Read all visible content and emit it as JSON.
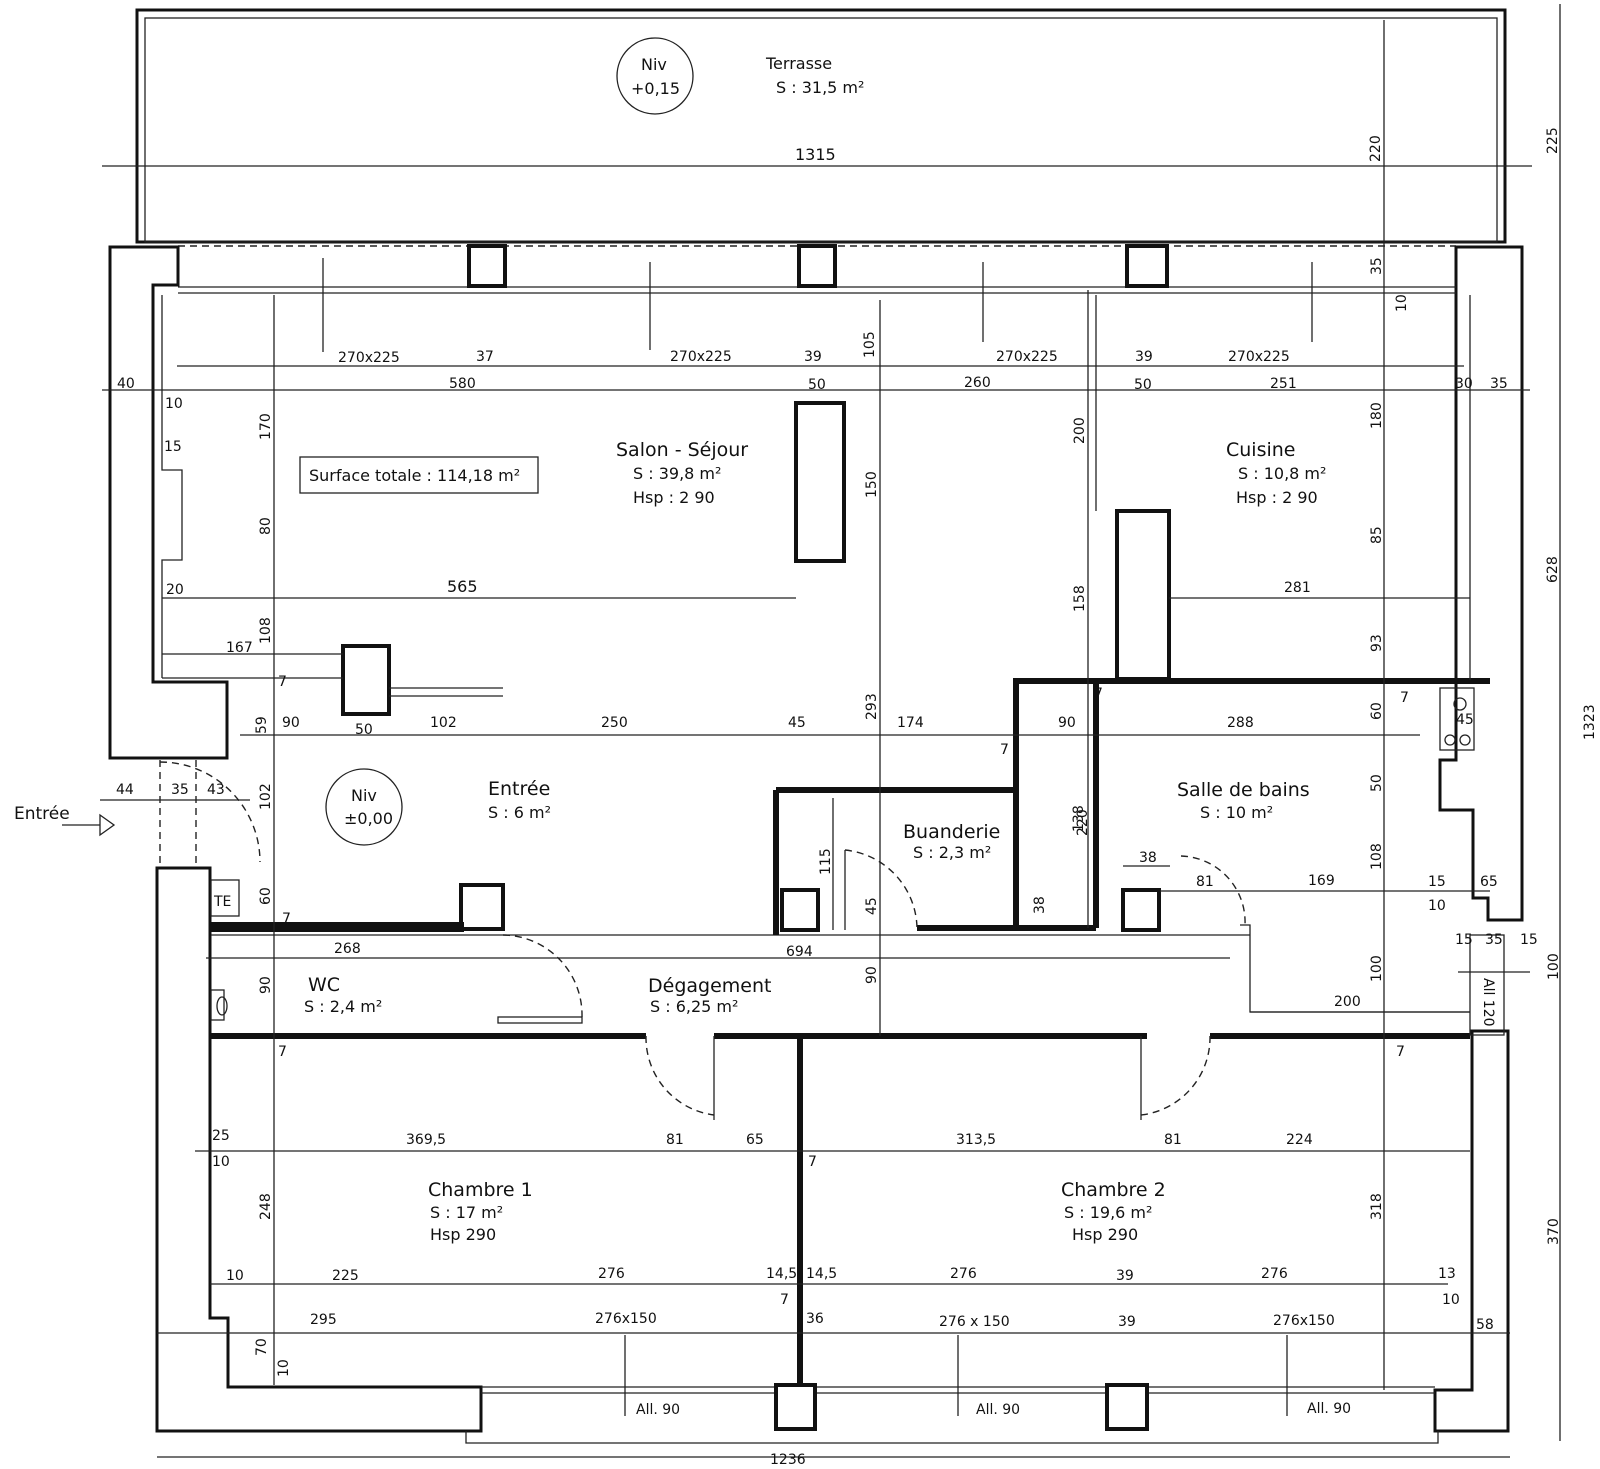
{
  "plan": {
    "entrance_label": "Entrée",
    "total_surface": "Surface totale : 114,18 m²",
    "levels": {
      "terrace": {
        "line1": "Niv",
        "line2": "+0,15"
      },
      "ground": {
        "line1": "Niv",
        "line2": "±0,00"
      }
    },
    "rooms": {
      "terrasse": {
        "name": "Terrasse",
        "area": "S : 31,5 m²"
      },
      "salon": {
        "name": "Salon - Séjour",
        "area": "S : 39,8 m²",
        "height": "Hsp : 2 90"
      },
      "cuisine": {
        "name": "Cuisine",
        "area": "S : 10,8 m²",
        "height": "Hsp : 2 90"
      },
      "entree": {
        "name": "Entrée",
        "area": "S : 6 m²"
      },
      "buanderie": {
        "name": "Buanderie",
        "area": "S : 2,3 m²"
      },
      "bains": {
        "name": "Salle de bains",
        "area": "S : 10 m²"
      },
      "wc": {
        "name": "WC",
        "area": "S : 2,4 m²"
      },
      "degagement": {
        "name": "Dégagement",
        "area": "S : 6,25 m²"
      },
      "chambre1": {
        "name": "Chambre 1",
        "area": "S : 17 m²",
        "height": "Hsp 290"
      },
      "chambre2": {
        "name": "Chambre 2",
        "area": "S : 19,6 m²",
        "height": "Hsp 290"
      }
    },
    "fixtures": {
      "te": "TE"
    },
    "windows": {
      "north": [
        "270x225",
        "270x225",
        "270x225",
        "270x225"
      ],
      "south": [
        "276x150",
        "276 x 150",
        "276x150"
      ],
      "south_sill": [
        "All. 90",
        "All. 90",
        "All. 90"
      ],
      "east_sill": "All 120"
    },
    "dimensions": {
      "terrace_width": "1315",
      "overall_bottom": "1236",
      "right_225": "225",
      "right_628": "628",
      "right_1323": "1323",
      "right_100": "100",
      "right_370": "370",
      "terrace_depth": "220",
      "d35": "35",
      "d10": "10",
      "row_top": [
        "37",
        "39",
        "39"
      ],
      "row_580": [
        "40",
        "580",
        "50",
        "260",
        "50",
        "251",
        "30",
        "35"
      ],
      "salon_v": [
        "10",
        "15",
        "170",
        "80",
        "20",
        "565",
        "108",
        "167",
        "7"
      ],
      "mid_v": [
        "105",
        "150",
        "293",
        "90",
        "45"
      ],
      "kitchen_v": [
        "200",
        "158",
        "180",
        "85",
        "281",
        "93",
        "60",
        "7"
      ],
      "row_entree": [
        "59",
        "90",
        "50",
        "102",
        "250",
        "45",
        "174",
        "90",
        "288"
      ],
      "entree_v": [
        "102",
        "60",
        "7",
        "7"
      ],
      "bath": [
        "138",
        "220",
        "38",
        "50",
        "108",
        "38",
        "81",
        "169",
        "15",
        "65",
        "10",
        "15",
        "35",
        "15",
        "45",
        "100",
        "200"
      ],
      "door": [
        "44",
        "35",
        "43"
      ],
      "bu": [
        "115",
        "7"
      ],
      "degag": [
        "268",
        "694",
        "90",
        "7",
        "7"
      ],
      "bed_row": [
        "25",
        "10",
        "369,5",
        "81",
        "65",
        "313,5",
        "81",
        "224",
        "7"
      ],
      "bed_v": [
        "248",
        "318",
        "70",
        "10"
      ],
      "bed_row2": [
        "10",
        "225",
        "276",
        "14,5",
        "14,5",
        "276",
        "39",
        "276",
        "13",
        "7",
        "10"
      ],
      "bed_row3": [
        "295",
        "36",
        "39",
        "58"
      ]
    }
  }
}
